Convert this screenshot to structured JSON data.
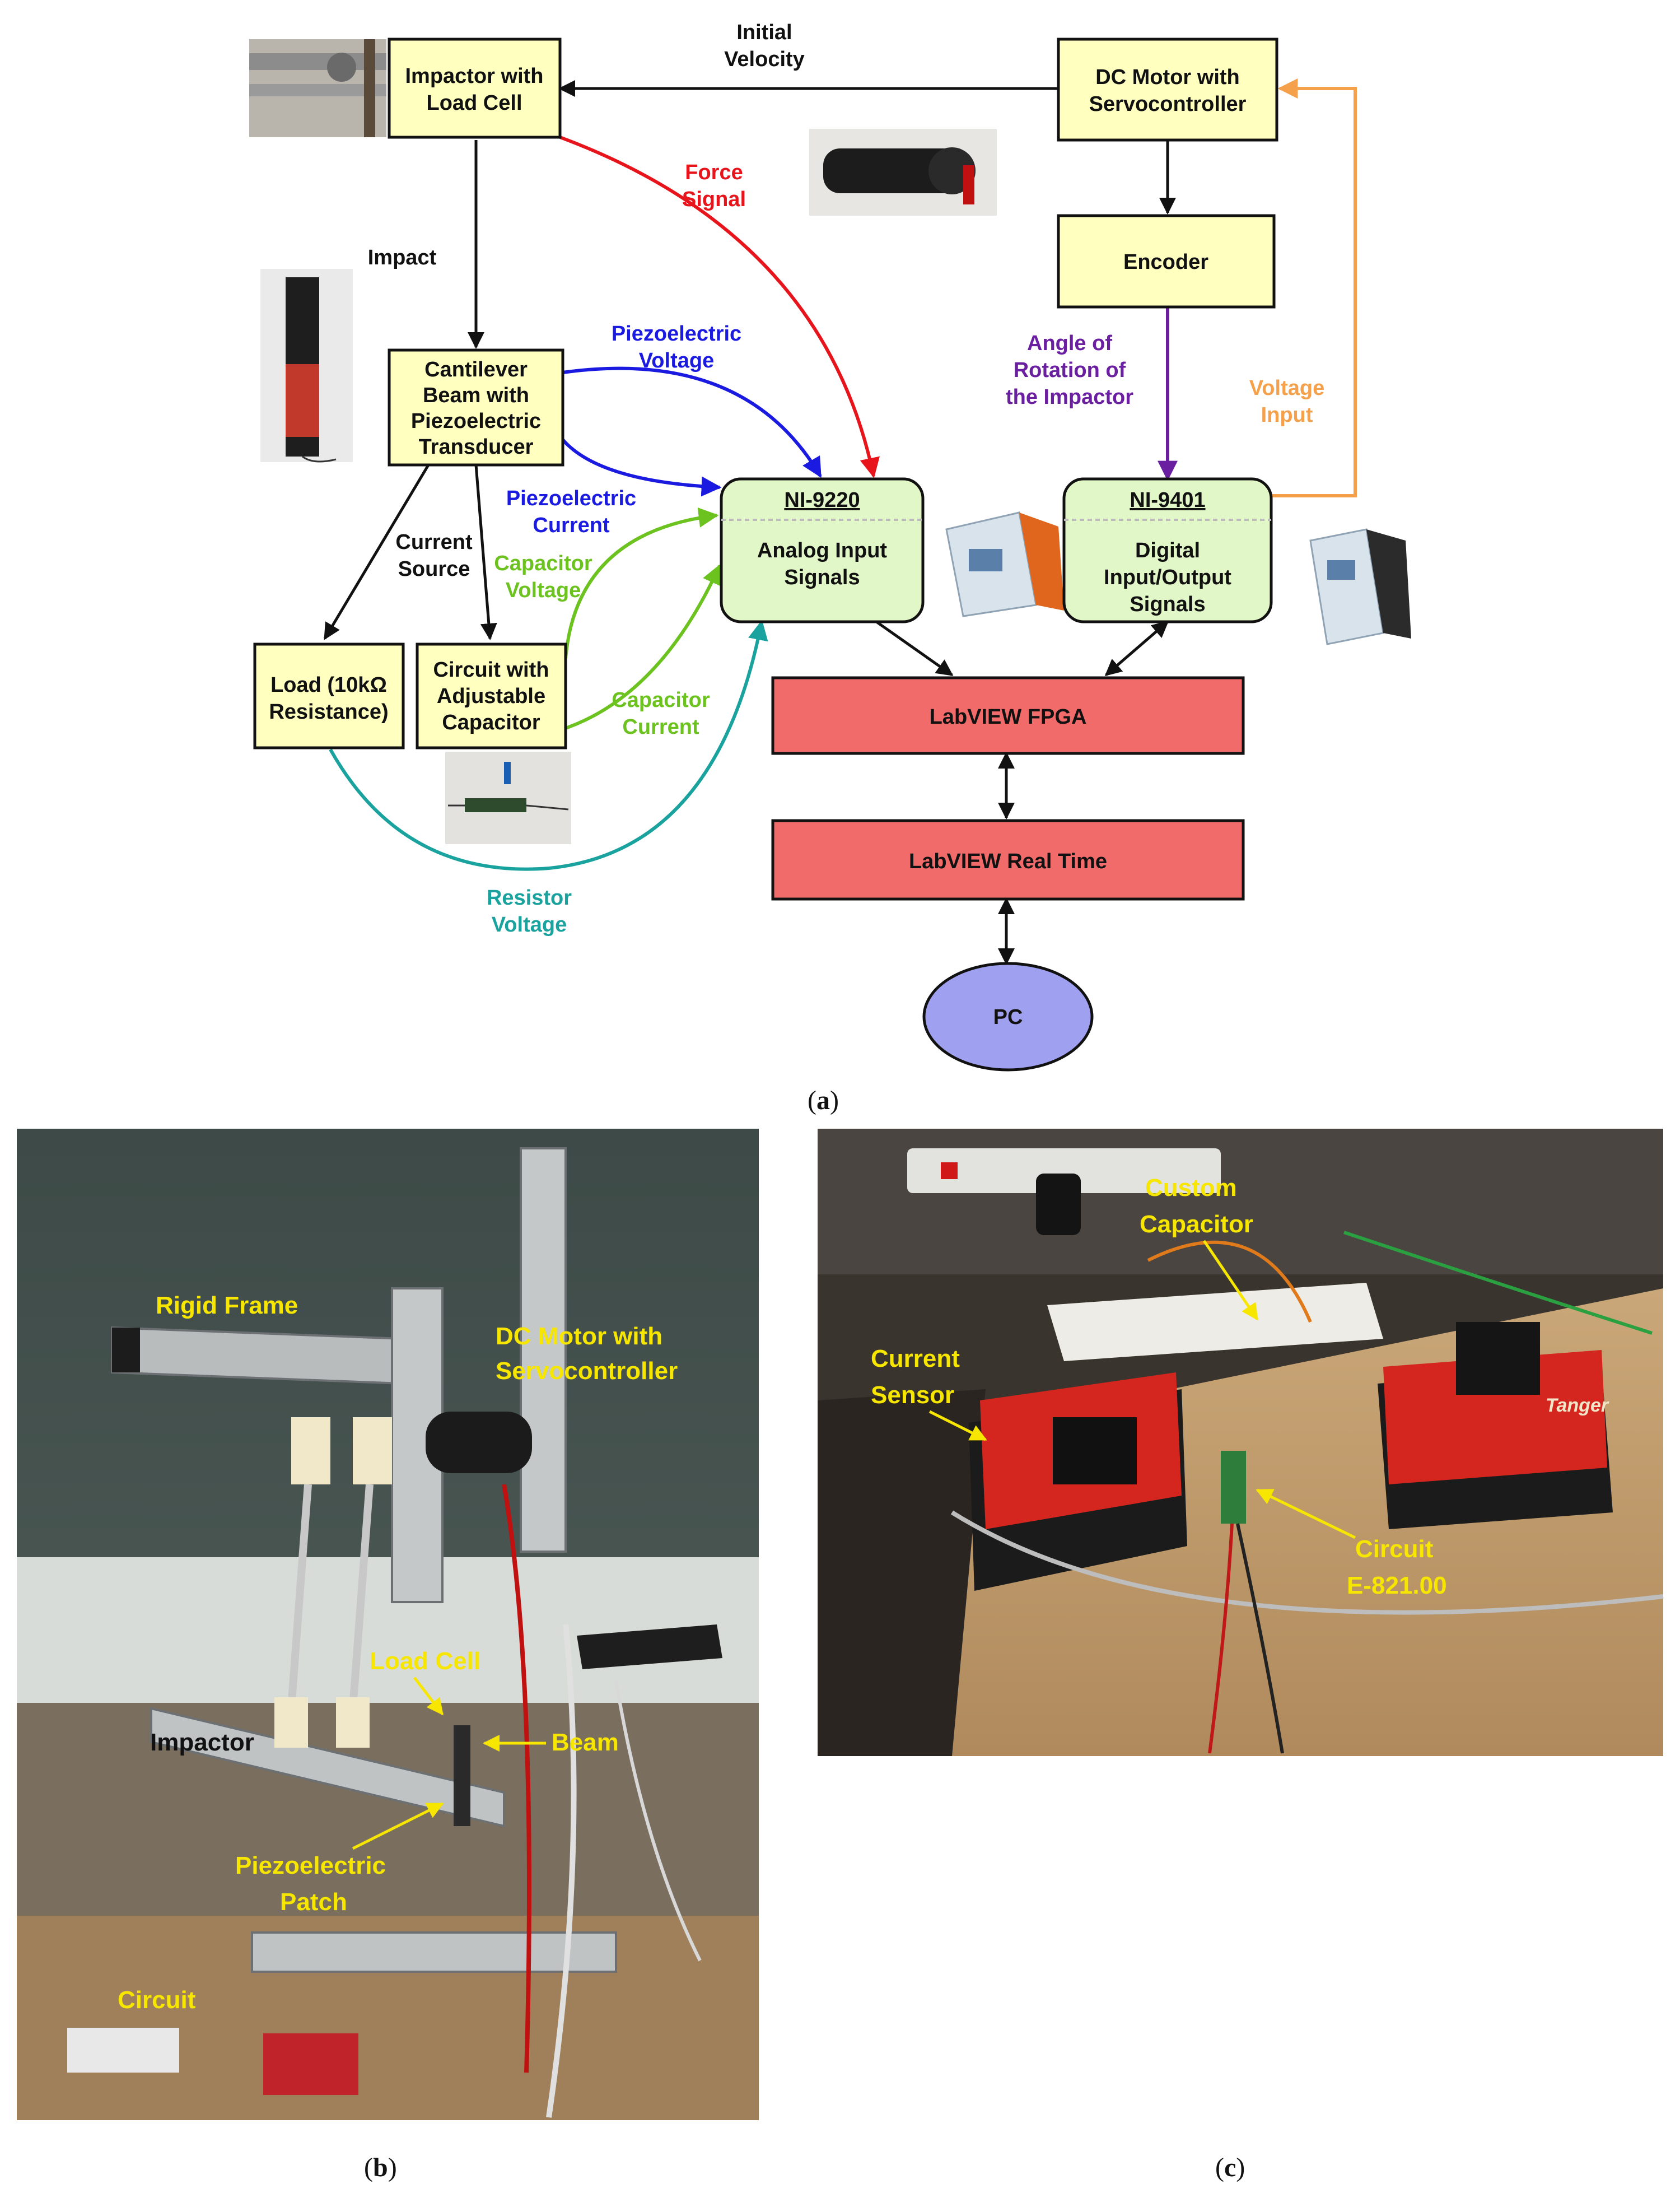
{
  "diagram": {
    "blocks": {
      "impactor": [
        "Impactor with",
        "Load Cell"
      ],
      "dc_motor": [
        "DC Motor with",
        "Servocontroller"
      ],
      "encoder": [
        "Encoder"
      ],
      "cantilever": [
        "Cantilever",
        "Beam with",
        "Piezoelectric",
        "Transducer"
      ],
      "load": [
        "Load (10kΩ",
        "Resistance)"
      ],
      "circuit": [
        "Circuit with",
        "Adjustable",
        "Capacitor"
      ],
      "ni9220_name": "NI-9220",
      "ni9220_desc": [
        "Analog Input",
        "Signals"
      ],
      "ni9401_name": "NI-9401",
      "ni9401_desc": [
        "Digital",
        "Input/Output",
        "Signals"
      ],
      "fpga": "LabVIEW FPGA",
      "realtime": "LabVIEW Real Time",
      "pc": "PC"
    },
    "flows": {
      "initial_velocity": [
        "Initial",
        "Velocity"
      ],
      "impact": "Impact",
      "force_signal": [
        "Force",
        "Signal"
      ],
      "piezo_voltage": [
        "Piezoelectric",
        "Voltage"
      ],
      "piezo_current": [
        "Piezoelectric",
        "Current"
      ],
      "current_source": [
        "Current",
        "Source"
      ],
      "capacitor_voltage": [
        "Capacitor",
        "Voltage"
      ],
      "capacitor_current": [
        "Capacitor",
        "Current"
      ],
      "resistor_voltage": [
        "Resistor",
        "Voltage"
      ],
      "angle_rotation": [
        "Angle of",
        "Rotation of",
        "the Impactor"
      ],
      "voltage_input": [
        "Voltage",
        "Input"
      ]
    },
    "colors": {
      "box_fill": "#ffffc0",
      "ni_fill": "#e2f7c8",
      "labview_fill": "#f26b6b",
      "pc_fill": "#a0a0f0",
      "force": "#e8141c",
      "piezo": "#1a1ae0",
      "capacitor": "#6cc21e",
      "resistor": "#1aa39e",
      "angle": "#6a1ea0",
      "voltage_input": "#f5a04a"
    }
  },
  "photo_b": {
    "labels": {
      "rigid_frame": "Rigid Frame",
      "dc_motor": [
        "DC Motor with",
        "Servocontroller"
      ],
      "load_cell": "Load Cell",
      "impactor": "Impactor",
      "beam": "Beam",
      "piezo_patch": [
        "Piezoelectric",
        "Patch"
      ],
      "circuit": "Circuit"
    }
  },
  "photo_c": {
    "labels": {
      "custom_capacitor": [
        "Custom",
        "Capacitor"
      ],
      "current_sensor": [
        "Current",
        "Sensor"
      ],
      "circuit_e821": [
        "Circuit",
        "E-821.00"
      ]
    },
    "brand_text": "Tanger"
  },
  "captions": {
    "a": "a",
    "b": "b",
    "c": "c"
  }
}
